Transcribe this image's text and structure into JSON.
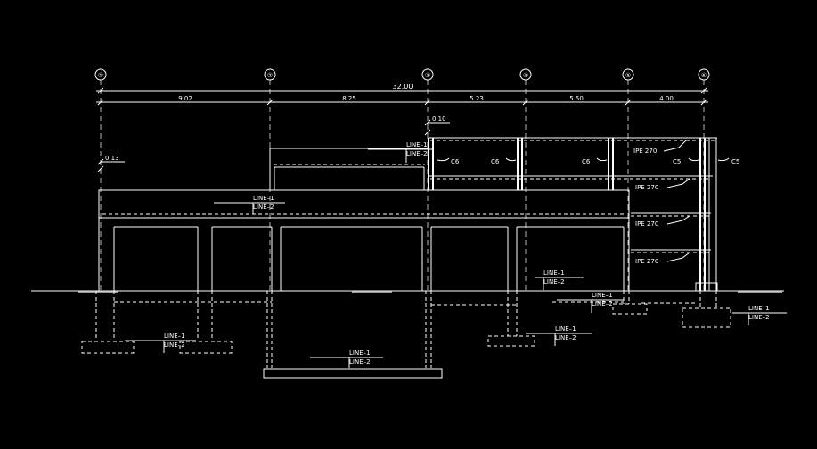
{
  "drawing": {
    "background": "#000000",
    "line_color": "#ffffff",
    "total_dimension": "32.00",
    "spans": [
      "9.02",
      "8.25",
      "5.23",
      "5.50",
      "4.00"
    ],
    "grid_bubbles": [
      "①",
      "②",
      "③",
      "④",
      "⑤",
      "⑥"
    ],
    "offset_left": "0.13",
    "offset_top": "0.10",
    "columns": [
      "C6",
      "C6",
      "C6",
      "C5",
      "C5"
    ],
    "beams": [
      "IPE 270",
      "IPE 270",
      "IPE 270",
      "IPE 270"
    ],
    "line_labels": {
      "line1": "LINE–1",
      "line2": "LINE–2"
    }
  }
}
